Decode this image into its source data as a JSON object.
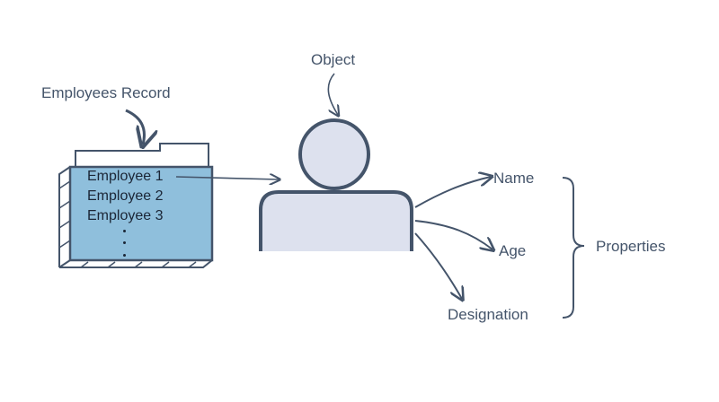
{
  "labels": {
    "employees_record": "Employees Record",
    "object": "Object",
    "properties": "Properties"
  },
  "records": [
    "Employee 1",
    "Employee 2",
    "Employee 3"
  ],
  "properties": [
    "Name",
    "Age",
    "Designation"
  ],
  "colors": {
    "stroke": "#44546a",
    "folder_fill": "#8fbfdc",
    "person_fill": "#dde1ee",
    "text": "#44546a"
  }
}
